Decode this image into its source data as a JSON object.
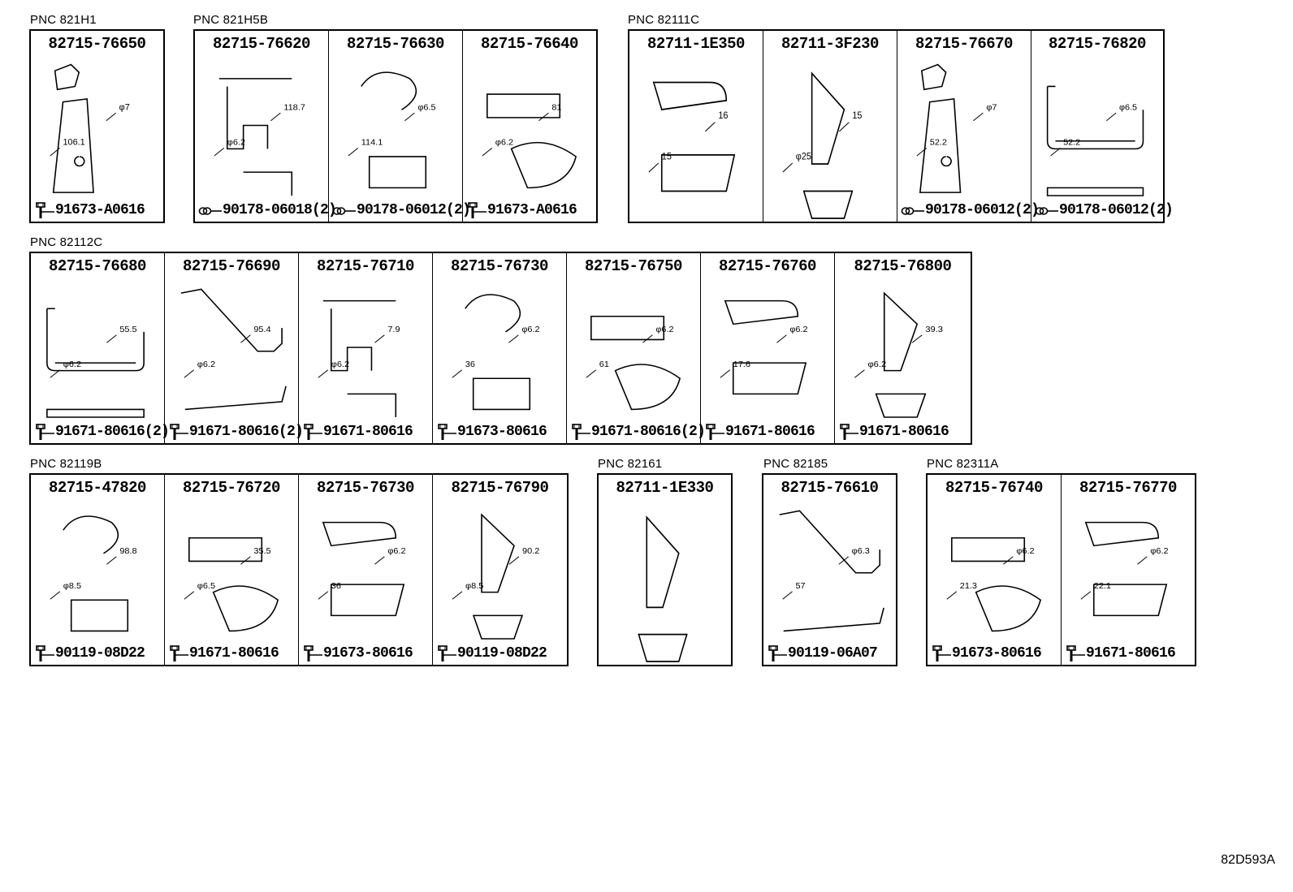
{
  "groups": [
    {
      "id": "821H1",
      "label": "PNC 821H1",
      "cells": [
        {
          "part": "82715-76650",
          "fastener": "91673-A0616",
          "ftype": "bolt",
          "dims": [
            "φ7",
            "106.1"
          ]
        }
      ]
    },
    {
      "id": "821H5B",
      "label": "PNC 821H5B",
      "cells": [
        {
          "part": "82715-76620",
          "fastener": "90178-06018(2)",
          "ftype": "nut",
          "dims": [
            "118.7",
            "φ6.2"
          ]
        },
        {
          "part": "82715-76630",
          "fastener": "90178-06012(2)",
          "ftype": "nut",
          "dims": [
            "φ6.5",
            "114.1"
          ]
        },
        {
          "part": "82715-76640",
          "fastener": "91673-A0616",
          "ftype": "bolt",
          "dims": [
            "81",
            "φ6.2"
          ]
        }
      ]
    },
    {
      "id": "82111C",
      "label": "PNC 82111C",
      "cells": [
        {
          "part": "82711-1E350",
          "fastener": "",
          "ftype": "none",
          "dims": [
            "16",
            "15"
          ]
        },
        {
          "part": "82711-3F230",
          "fastener": "",
          "ftype": "none",
          "dims": [
            "15",
            "φ25"
          ]
        },
        {
          "part": "82715-76670",
          "fastener": "90178-06012(2)",
          "ftype": "nut",
          "dims": [
            "φ7",
            "52.2"
          ]
        },
        {
          "part": "82715-76820",
          "fastener": "90178-06012(2)",
          "ftype": "nut",
          "dims": [
            "φ6.5",
            "52.2"
          ]
        }
      ]
    },
    {
      "id": "82112C",
      "label": "PNC 82112C",
      "cells": [
        {
          "part": "82715-76680",
          "fastener": "91671-80616(2)",
          "ftype": "bolt",
          "dims": [
            "55.5",
            "φ6.2"
          ]
        },
        {
          "part": "82715-76690",
          "fastener": "91671-80616(2)",
          "ftype": "bolt",
          "dims": [
            "95.4",
            "φ6.2"
          ]
        },
        {
          "part": "82715-76710",
          "fastener": "91671-80616",
          "ftype": "bolt",
          "dims": [
            "7.9",
            "φ6.2"
          ]
        },
        {
          "part": "82715-76730",
          "fastener": "91673-80616",
          "ftype": "bolt",
          "dims": [
            "φ6.2",
            "36"
          ]
        },
        {
          "part": "82715-76750",
          "fastener": "91671-80616(2)",
          "ftype": "bolt",
          "dims": [
            "φ6.2",
            "61"
          ]
        },
        {
          "part": "82715-76760",
          "fastener": "91671-80616",
          "ftype": "bolt",
          "dims": [
            "φ6.2",
            "17.6"
          ]
        },
        {
          "part": "82715-76800",
          "fastener": "91671-80616",
          "ftype": "bolt",
          "dims": [
            "39.3",
            "φ6.2"
          ]
        }
      ]
    },
    {
      "id": "82119B",
      "label": "PNC 82119B",
      "cells": [
        {
          "part": "82715-47820",
          "fastener": "90119-08D22",
          "ftype": "bolt",
          "dims": [
            "98.8",
            "φ8.5"
          ]
        },
        {
          "part": "82715-76720",
          "fastener": "91671-80616",
          "ftype": "bolt",
          "dims": [
            "35.5",
            "φ6.5"
          ]
        },
        {
          "part": "82715-76730",
          "fastener": "91673-80616",
          "ftype": "bolt",
          "dims": [
            "φ6.2",
            "36"
          ]
        },
        {
          "part": "82715-76790",
          "fastener": "90119-08D22",
          "ftype": "bolt",
          "dims": [
            "90.2",
            "φ8.5"
          ]
        }
      ]
    },
    {
      "id": "82161",
      "label": "PNC 82161",
      "cells": [
        {
          "part": "82711-1E330",
          "fastener": "",
          "ftype": "none",
          "dims": []
        }
      ]
    },
    {
      "id": "82185",
      "label": "PNC 82185",
      "cells": [
        {
          "part": "82715-76610",
          "fastener": "90119-06A07",
          "ftype": "bolt",
          "dims": [
            "φ6.3",
            "57"
          ]
        }
      ]
    },
    {
      "id": "82311A",
      "label": "PNC 82311A",
      "cells": [
        {
          "part": "82715-76740",
          "fastener": "91673-80616",
          "ftype": "bolt",
          "dims": [
            "φ6.2",
            "21.3"
          ]
        },
        {
          "part": "82715-76770",
          "fastener": "91671-80616",
          "ftype": "bolt",
          "dims": [
            "φ6.2",
            "22.1"
          ]
        }
      ]
    }
  ],
  "ref_code": "82D593A"
}
